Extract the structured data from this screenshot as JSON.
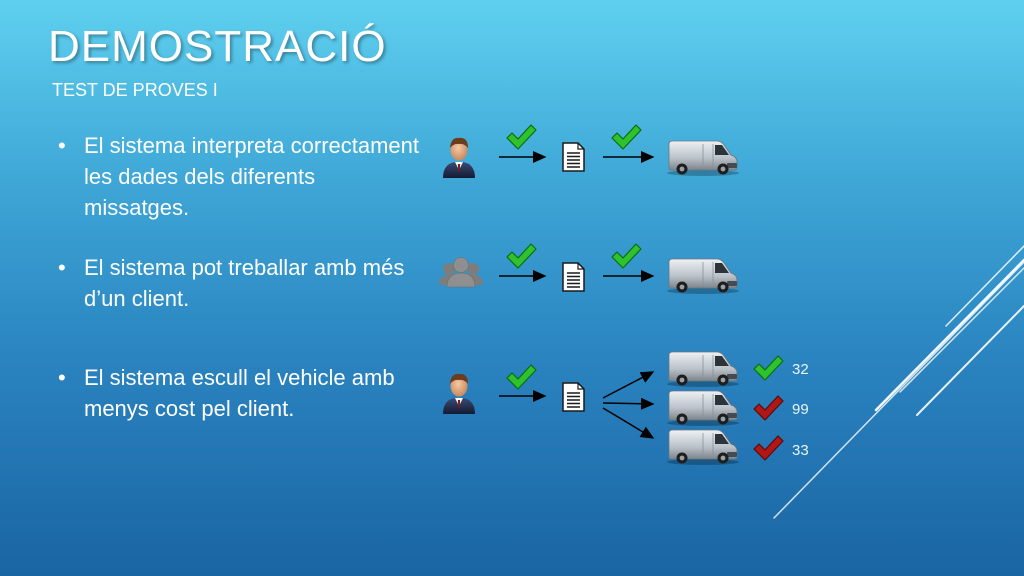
{
  "slide": {
    "title": "DEMOSTRACIÓ",
    "subtitle": "TEST DE PROVES I"
  },
  "bullets": [
    {
      "marker": "•",
      "text": "El sistema interpreta correctament les dades dels diferents missatges."
    },
    {
      "marker": "•",
      "text": "El sistema pot treballar amb més d’un client."
    },
    {
      "marker": "•",
      "text": "El sistema escull el vehicle amb menys cost pel client."
    }
  ],
  "costs": [
    "32",
    "99",
    "33"
  ],
  "icons": {
    "user": "person-icon",
    "group": "group-icon",
    "document": "document-icon",
    "vehicle": "van-icon",
    "accepted": "green-check-icon",
    "rejected": "red-check-icon"
  },
  "colors": {
    "check_green": "#2ec22e",
    "check_red": "#b01818",
    "background_top": "#5fd0ef",
    "background_bottom": "#1a64a3"
  }
}
